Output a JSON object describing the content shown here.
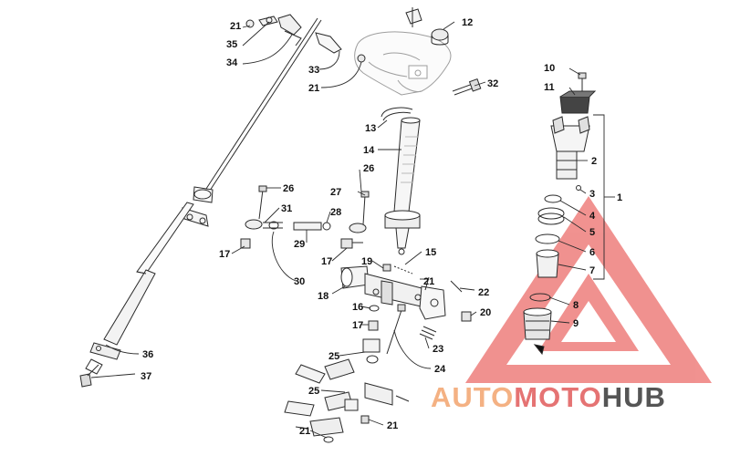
{
  "diagram": {
    "callouts": [
      "21",
      "35",
      "34",
      "33",
      "21",
      "12",
      "32",
      "10",
      "11",
      "13",
      "14",
      "2",
      "3",
      "1",
      "26",
      "27",
      "26",
      "31",
      "28",
      "29",
      "17",
      "17",
      "30",
      "15",
      "19",
      "21",
      "18",
      "16",
      "17",
      "22",
      "20",
      "4",
      "5",
      "6",
      "7",
      "8",
      "9",
      "23",
      "24",
      "36",
      "37",
      "25",
      "25",
      "21",
      "21"
    ],
    "colors": {
      "line": "#2b2b2b",
      "faint": "#bdbdbd",
      "watermark_red": "#e53935",
      "watermark_orange": "#f4b183",
      "watermark_gray": "#555555"
    }
  },
  "watermark": {
    "part1": "AUTO",
    "part2": "MOTO",
    "part3": "HUB"
  }
}
